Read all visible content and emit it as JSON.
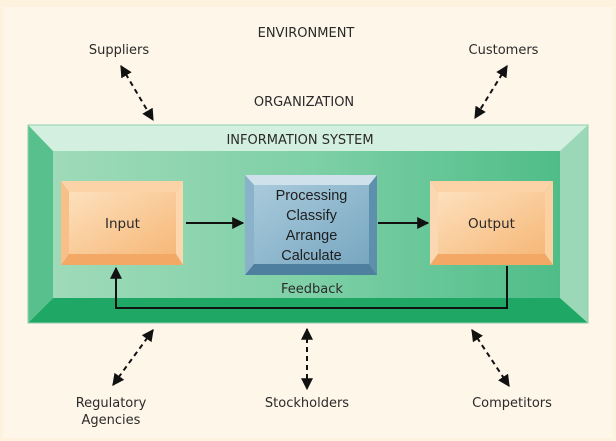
{
  "diagram": {
    "environment_label": "ENVIRONMENT",
    "organization_label": "ORGANIZATION",
    "information_system_label": "INFORMATION SYSTEM",
    "external_entities": {
      "suppliers": "Suppliers",
      "customers": "Customers",
      "regulatory_agencies_line1": "Regulatory",
      "regulatory_agencies_line2": "Agencies",
      "stockholders": "Stockholders",
      "competitors": "Competitors"
    },
    "input_label": "Input",
    "processing": {
      "title": "Processing",
      "steps": [
        "Classify",
        "Arrange",
        "Calculate"
      ]
    },
    "output_label": "Output",
    "feedback_label": "Feedback",
    "colors": {
      "background": "#fdf6e9",
      "frame_green": "#2fae72",
      "inner_green": "#6ccb9b",
      "box_orange": "#f9c48c",
      "box_blue": "#7aa9c4",
      "arrow": "#111111"
    }
  }
}
